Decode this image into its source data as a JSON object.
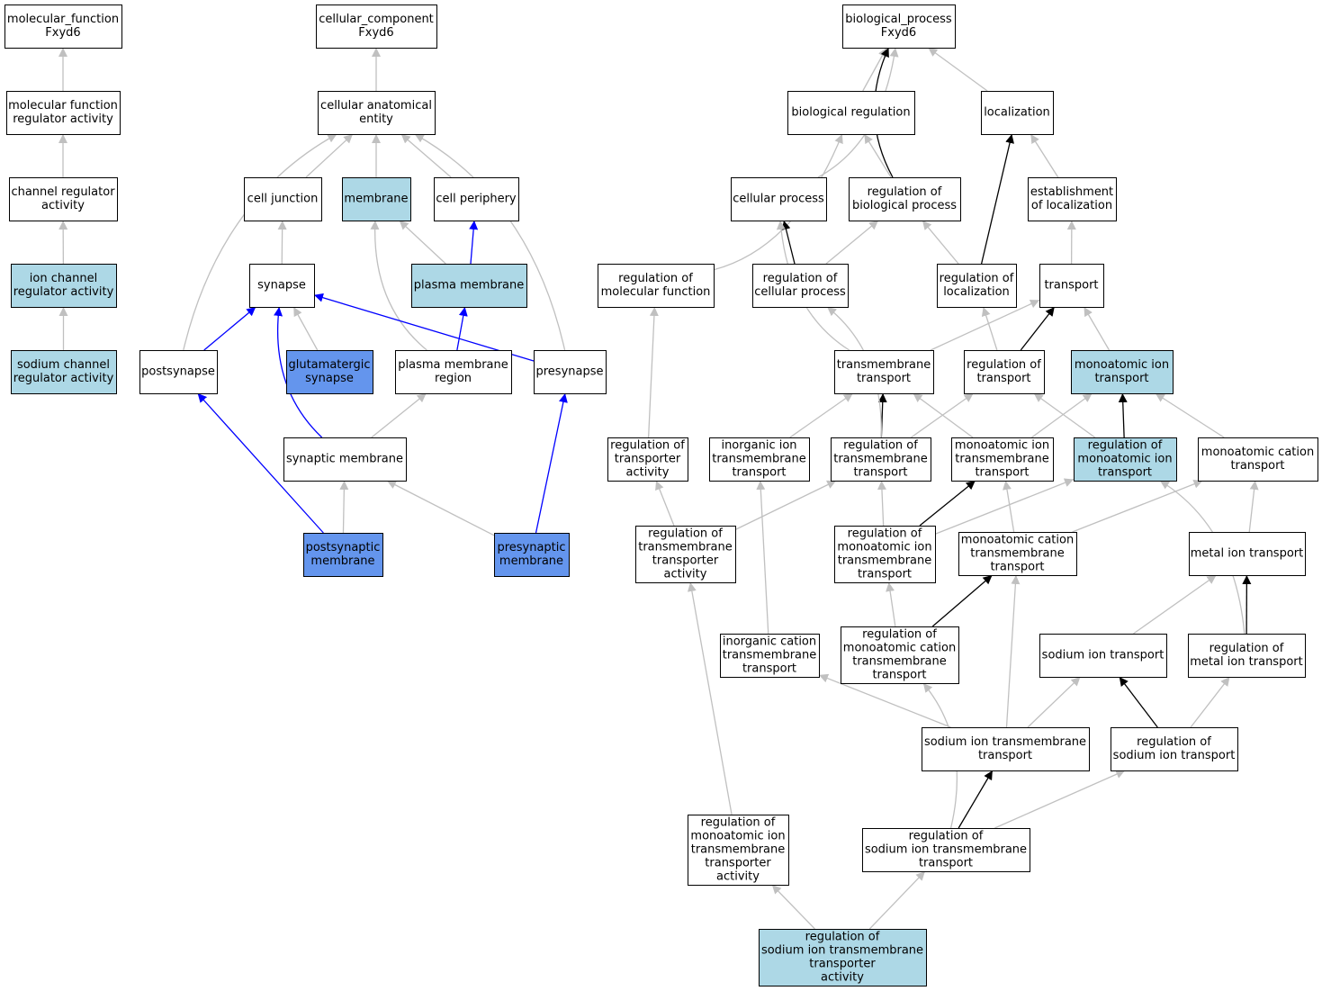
{
  "colors": {
    "white": "#ffffff",
    "light": "#add8e6",
    "blue": "#6495ed",
    "edge_gray": "#c0c0c0",
    "edge_black": "#000000",
    "edge_blue": "#0000ff"
  },
  "nodes": {
    "molecular_function": {
      "lines": [
        "molecular_function",
        "Fxyd6"
      ],
      "fill": "white"
    },
    "mf_regulator": {
      "lines": [
        "molecular function",
        "regulator activity"
      ],
      "fill": "white"
    },
    "channel_regulator": {
      "lines": [
        "channel regulator",
        "activity"
      ],
      "fill": "white"
    },
    "ion_channel_regulator": {
      "lines": [
        "ion channel",
        "regulator activity"
      ],
      "fill": "light"
    },
    "sodium_channel_regulator": {
      "lines": [
        "sodium channel",
        "regulator activity"
      ],
      "fill": "light"
    },
    "cellular_component": {
      "lines": [
        "cellular_component",
        "Fxyd6"
      ],
      "fill": "white"
    },
    "cellular_anatomical_entity": {
      "lines": [
        "cellular anatomical",
        "entity"
      ],
      "fill": "white"
    },
    "cell_junction": {
      "lines": [
        "cell junction"
      ],
      "fill": "white"
    },
    "membrane": {
      "lines": [
        "membrane"
      ],
      "fill": "light"
    },
    "cell_periphery": {
      "lines": [
        "cell periphery"
      ],
      "fill": "white"
    },
    "synapse": {
      "lines": [
        "synapse"
      ],
      "fill": "white"
    },
    "plasma_membrane": {
      "lines": [
        "plasma membrane"
      ],
      "fill": "light"
    },
    "postsynapse": {
      "lines": [
        "postsynapse"
      ],
      "fill": "white"
    },
    "glutamatergic_synapse": {
      "lines": [
        "glutamatergic",
        "synapse"
      ],
      "fill": "blue"
    },
    "plasma_membrane_region": {
      "lines": [
        "plasma membrane",
        "region"
      ],
      "fill": "white"
    },
    "presynapse": {
      "lines": [
        "presynapse"
      ],
      "fill": "white"
    },
    "synaptic_membrane": {
      "lines": [
        "synaptic membrane"
      ],
      "fill": "white"
    },
    "postsynaptic_membrane": {
      "lines": [
        "postsynaptic",
        "membrane"
      ],
      "fill": "blue"
    },
    "presynaptic_membrane": {
      "lines": [
        "presynaptic",
        "membrane"
      ],
      "fill": "blue"
    },
    "biological_process": {
      "lines": [
        "biological_process",
        "Fxyd6"
      ],
      "fill": "white"
    },
    "biological_regulation": {
      "lines": [
        "biological regulation"
      ],
      "fill": "white"
    },
    "localization": {
      "lines": [
        "localization"
      ],
      "fill": "white"
    },
    "cellular_process": {
      "lines": [
        "cellular process"
      ],
      "fill": "white"
    },
    "reg_biological_process": {
      "lines": [
        "regulation of",
        "biological process"
      ],
      "fill": "white"
    },
    "establishment_localization": {
      "lines": [
        "establishment",
        "of localization"
      ],
      "fill": "white"
    },
    "reg_molecular_function": {
      "lines": [
        "regulation of",
        "molecular function"
      ],
      "fill": "white"
    },
    "reg_cellular_process": {
      "lines": [
        "regulation of",
        "cellular process"
      ],
      "fill": "white"
    },
    "reg_localization": {
      "lines": [
        "regulation of",
        "localization"
      ],
      "fill": "white"
    },
    "transport": {
      "lines": [
        "transport"
      ],
      "fill": "white"
    },
    "transmembrane_transport": {
      "lines": [
        "transmembrane",
        "transport"
      ],
      "fill": "white"
    },
    "reg_transport": {
      "lines": [
        "regulation of",
        "transport"
      ],
      "fill": "white"
    },
    "monoatomic_ion_transport": {
      "lines": [
        "monoatomic ion",
        "transport"
      ],
      "fill": "light"
    },
    "reg_transporter_activity": {
      "lines": [
        "regulation of",
        "transporter",
        "activity"
      ],
      "fill": "white"
    },
    "inorganic_ion_tt": {
      "lines": [
        "inorganic ion",
        "transmembrane",
        "transport"
      ],
      "fill": "white"
    },
    "reg_tt": {
      "lines": [
        "regulation of",
        "transmembrane",
        "transport"
      ],
      "fill": "white"
    },
    "monoatomic_ion_tt": {
      "lines": [
        "monoatomic ion",
        "transmembrane",
        "transport"
      ],
      "fill": "white"
    },
    "reg_monoatomic_ion_transport": {
      "lines": [
        "regulation of",
        "monoatomic ion",
        "transport"
      ],
      "fill": "light"
    },
    "monoatomic_cation_transport": {
      "lines": [
        "monoatomic cation",
        "transport"
      ],
      "fill": "white"
    },
    "reg_tt_activity": {
      "lines": [
        "regulation of",
        "transmembrane",
        "transporter",
        "activity"
      ],
      "fill": "white"
    },
    "reg_monoatomic_ion_tt": {
      "lines": [
        "regulation of",
        "monoatomic ion",
        "transmembrane",
        "transport"
      ],
      "fill": "white"
    },
    "monoatomic_cation_tt": {
      "lines": [
        "monoatomic cation",
        "transmembrane",
        "transport"
      ],
      "fill": "white"
    },
    "metal_ion_transport": {
      "lines": [
        "metal ion transport"
      ],
      "fill": "white"
    },
    "inorganic_cation_tt": {
      "lines": [
        "inorganic cation",
        "transmembrane",
        "transport"
      ],
      "fill": "white"
    },
    "reg_monoatomic_cation_tt": {
      "lines": [
        "regulation of",
        "monoatomic cation",
        "transmembrane",
        "transport"
      ],
      "fill": "white"
    },
    "sodium_ion_transport": {
      "lines": [
        "sodium ion transport"
      ],
      "fill": "white"
    },
    "reg_metal_ion_transport": {
      "lines": [
        "regulation of",
        "metal ion transport"
      ],
      "fill": "white"
    },
    "sodium_ion_tt": {
      "lines": [
        "sodium ion transmembrane",
        "transport"
      ],
      "fill": "white"
    },
    "reg_sodium_ion_transport": {
      "lines": [
        "regulation of",
        "sodium ion transport"
      ],
      "fill": "white"
    },
    "reg_monoatomic_ion_tt_activity": {
      "lines": [
        "regulation of",
        "monoatomic ion",
        "transmembrane",
        "transporter",
        "activity"
      ],
      "fill": "white"
    },
    "reg_sodium_ion_tt": {
      "lines": [
        "regulation of",
        "sodium ion transmembrane",
        "transport"
      ],
      "fill": "white"
    },
    "reg_sodium_ion_tt_activity": {
      "lines": [
        "regulation of",
        "sodium ion transmembrane",
        "transporter",
        "activity"
      ],
      "fill": "light"
    }
  },
  "edges": [
    {
      "from": "mf_regulator",
      "to": "molecular_function",
      "color": "edge_gray"
    },
    {
      "from": "channel_regulator",
      "to": "mf_regulator",
      "color": "edge_gray"
    },
    {
      "from": "ion_channel_regulator",
      "to": "channel_regulator",
      "color": "edge_gray"
    },
    {
      "from": "sodium_channel_regulator",
      "to": "ion_channel_regulator",
      "color": "edge_gray"
    },
    {
      "from": "cellular_anatomical_entity",
      "to": "cellular_component",
      "color": "edge_gray"
    },
    {
      "from": "cell_junction",
      "to": "cellular_anatomical_entity",
      "color": "edge_gray"
    },
    {
      "from": "membrane",
      "to": "cellular_anatomical_entity",
      "color": "edge_gray"
    },
    {
      "from": "cell_periphery",
      "to": "cellular_anatomical_entity",
      "color": "edge_gray"
    },
    {
      "from": "postsynapse",
      "to": "cellular_anatomical_entity",
      "color": "edge_gray",
      "bend": -1
    },
    {
      "from": "presynapse",
      "to": "cellular_anatomical_entity",
      "color": "edge_gray",
      "bend": 1
    },
    {
      "from": "synapse",
      "to": "cell_junction",
      "color": "edge_gray"
    },
    {
      "from": "plasma_membrane",
      "to": "membrane",
      "color": "edge_gray"
    },
    {
      "from": "plasma_membrane",
      "to": "cell_periphery",
      "color": "edge_blue"
    },
    {
      "from": "plasma_membrane_region",
      "to": "membrane",
      "color": "edge_gray",
      "bend": -1
    },
    {
      "from": "plasma_membrane_region",
      "to": "plasma_membrane",
      "color": "edge_blue"
    },
    {
      "from": "postsynapse",
      "to": "synapse",
      "color": "edge_blue"
    },
    {
      "from": "glutamatergic_synapse",
      "to": "synapse",
      "color": "edge_gray"
    },
    {
      "from": "presynapse",
      "to": "synapse",
      "color": "edge_blue"
    },
    {
      "from": "synaptic_membrane",
      "to": "synapse",
      "color": "edge_blue",
      "bend": -1
    },
    {
      "from": "synaptic_membrane",
      "to": "plasma_membrane_region",
      "color": "edge_gray"
    },
    {
      "from": "postsynaptic_membrane",
      "to": "postsynapse",
      "color": "edge_blue"
    },
    {
      "from": "postsynaptic_membrane",
      "to": "synaptic_membrane",
      "color": "edge_gray"
    },
    {
      "from": "presynaptic_membrane",
      "to": "synaptic_membrane",
      "color": "edge_gray"
    },
    {
      "from": "presynaptic_membrane",
      "to": "presynapse",
      "color": "edge_blue"
    },
    {
      "from": "biological_regulation",
      "to": "biological_process",
      "color": "edge_gray"
    },
    {
      "from": "localization",
      "to": "biological_process",
      "color": "edge_gray"
    },
    {
      "from": "cellular_process",
      "to": "biological_process",
      "color": "edge_gray",
      "bend": 1
    },
    {
      "from": "reg_biological_process",
      "to": "biological_process",
      "color": "edge_black",
      "bend": -1
    },
    {
      "from": "reg_biological_process",
      "to": "biological_regulation",
      "color": "edge_gray"
    },
    {
      "from": "reg_molecular_function",
      "to": "biological_regulation",
      "color": "edge_gray",
      "bend": 1
    },
    {
      "from": "establishment_localization",
      "to": "localization",
      "color": "edge_gray"
    },
    {
      "from": "reg_localization",
      "to": "localization",
      "color": "edge_black"
    },
    {
      "from": "reg_localization",
      "to": "reg_biological_process",
      "color": "edge_gray"
    },
    {
      "from": "reg_cellular_process",
      "to": "cellular_process",
      "color": "edge_black"
    },
    {
      "from": "reg_cellular_process",
      "to": "reg_biological_process",
      "color": "edge_gray"
    },
    {
      "from": "transport",
      "to": "establishment_localization",
      "color": "edge_gray"
    },
    {
      "from": "transmembrane_transport",
      "to": "cellular_process",
      "color": "edge_gray",
      "bend": -1
    },
    {
      "from": "transmembrane_transport",
      "to": "transport",
      "color": "edge_gray"
    },
    {
      "from": "reg_transport",
      "to": "reg_localization",
      "color": "edge_gray"
    },
    {
      "from": "reg_transport",
      "to": "transport",
      "color": "edge_black"
    },
    {
      "from": "monoatomic_ion_transport",
      "to": "transport",
      "color": "edge_gray"
    },
    {
      "from": "reg_transporter_activity",
      "to": "reg_molecular_function",
      "color": "edge_gray"
    },
    {
      "from": "inorganic_ion_tt",
      "to": "transmembrane_transport",
      "color": "edge_gray"
    },
    {
      "from": "reg_tt",
      "to": "transmembrane_transport",
      "color": "edge_black"
    },
    {
      "from": "reg_tt",
      "to": "reg_transport",
      "color": "edge_gray"
    },
    {
      "from": "reg_tt",
      "to": "reg_cellular_process",
      "color": "edge_gray",
      "bend": 1
    },
    {
      "from": "monoatomic_ion_tt",
      "to": "transmembrane_transport",
      "color": "edge_gray"
    },
    {
      "from": "monoatomic_ion_tt",
      "to": "monoatomic_ion_transport",
      "color": "edge_gray"
    },
    {
      "from": "reg_monoatomic_ion_transport",
      "to": "monoatomic_ion_transport",
      "color": "edge_black"
    },
    {
      "from": "reg_monoatomic_ion_transport",
      "to": "reg_transport",
      "color": "edge_gray"
    },
    {
      "from": "monoatomic_cation_transport",
      "to": "monoatomic_ion_transport",
      "color": "edge_gray"
    },
    {
      "from": "reg_tt_activity",
      "to": "reg_transporter_activity",
      "color": "edge_gray"
    },
    {
      "from": "reg_tt_activity",
      "to": "reg_tt",
      "color": "edge_gray"
    },
    {
      "from": "reg_monoatomic_ion_tt",
      "to": "reg_tt",
      "color": "edge_gray"
    },
    {
      "from": "reg_monoatomic_ion_tt",
      "to": "monoatomic_ion_tt",
      "color": "edge_black"
    },
    {
      "from": "reg_monoatomic_ion_tt",
      "to": "reg_monoatomic_ion_transport",
      "color": "edge_gray"
    },
    {
      "from": "monoatomic_cation_tt",
      "to": "monoatomic_ion_tt",
      "color": "edge_gray"
    },
    {
      "from": "monoatomic_cation_tt",
      "to": "monoatomic_cation_transport",
      "color": "edge_gray"
    },
    {
      "from": "metal_ion_transport",
      "to": "monoatomic_cation_transport",
      "color": "edge_gray"
    },
    {
      "from": "inorganic_cation_tt",
      "to": "inorganic_ion_tt",
      "color": "edge_gray"
    },
    {
      "from": "reg_monoatomic_cation_tt",
      "to": "reg_monoatomic_ion_tt",
      "color": "edge_gray"
    },
    {
      "from": "reg_monoatomic_cation_tt",
      "to": "monoatomic_cation_tt",
      "color": "edge_black"
    },
    {
      "from": "sodium_ion_transport",
      "to": "metal_ion_transport",
      "color": "edge_gray"
    },
    {
      "from": "reg_metal_ion_transport",
      "to": "metal_ion_transport",
      "color": "edge_black"
    },
    {
      "from": "reg_metal_ion_transport",
      "to": "reg_monoatomic_ion_transport",
      "color": "edge_gray",
      "bend": 1
    },
    {
      "from": "sodium_ion_tt",
      "to": "inorganic_cation_tt",
      "color": "edge_gray"
    },
    {
      "from": "sodium_ion_tt",
      "to": "sodium_ion_transport",
      "color": "edge_gray"
    },
    {
      "from": "sodium_ion_tt",
      "to": "monoatomic_cation_tt",
      "color": "edge_gray"
    },
    {
      "from": "reg_sodium_ion_transport",
      "to": "sodium_ion_transport",
      "color": "edge_black"
    },
    {
      "from": "reg_sodium_ion_transport",
      "to": "reg_metal_ion_transport",
      "color": "edge_gray"
    },
    {
      "from": "reg_sodium_ion_tt",
      "to": "sodium_ion_tt",
      "color": "edge_black"
    },
    {
      "from": "reg_sodium_ion_tt",
      "to": "reg_sodium_ion_transport",
      "color": "edge_gray"
    },
    {
      "from": "reg_sodium_ion_tt",
      "to": "reg_monoatomic_cation_tt",
      "color": "edge_gray",
      "bend": 1
    },
    {
      "from": "reg_monoatomic_ion_tt_activity",
      "to": "reg_tt_activity",
      "color": "edge_gray"
    },
    {
      "from": "reg_sodium_ion_tt_activity",
      "to": "reg_monoatomic_ion_tt_activity",
      "color": "edge_gray"
    },
    {
      "from": "reg_sodium_ion_tt_activity",
      "to": "reg_sodium_ion_tt",
      "color": "edge_gray"
    }
  ]
}
